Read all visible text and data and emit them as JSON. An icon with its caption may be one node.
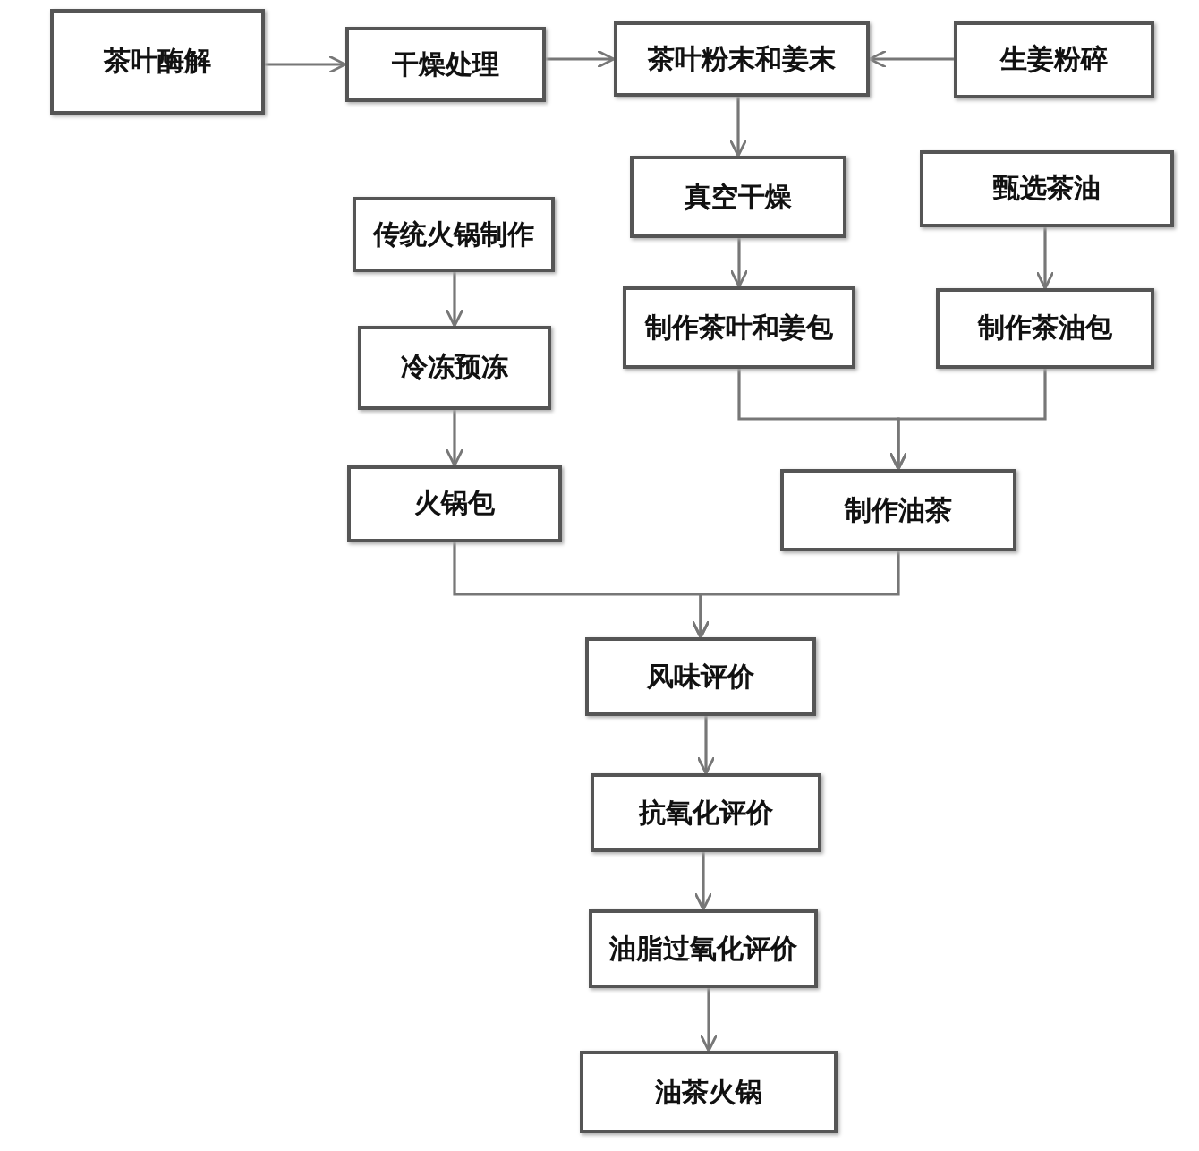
{
  "diagram": {
    "nodes": [
      {
        "text": [
          "茶叶酶解"
        ]
      },
      {
        "text": [
          "干燥处理"
        ]
      },
      {
        "text": [
          "茶叶粉末和姜末"
        ]
      },
      {
        "text": [
          "生姜粉碎"
        ]
      },
      {
        "text": [
          "真空干燥"
        ]
      },
      {
        "text": [
          "甄选茶油"
        ]
      },
      {
        "text": [
          "传统火锅制作"
        ]
      },
      {
        "text": [
          "制作茶叶和姜包"
        ]
      },
      {
        "text": [
          "制作茶油包"
        ]
      },
      {
        "text": [
          "冷冻预冻"
        ]
      },
      {
        "text": [
          "火锅包"
        ]
      },
      {
        "text": [
          "制作油茶"
        ]
      },
      {
        "text": [
          "风味评价"
        ]
      },
      {
        "text": [
          "抗氧化评价"
        ]
      },
      {
        "text": [
          "油脂过氧化评价"
        ]
      },
      {
        "text": [
          "油茶火锅"
        ]
      }
    ],
    "edges": [
      {
        "from": 0,
        "to": 1,
        "arrow": "to"
      },
      {
        "from": 1,
        "to": 2,
        "arrow": "to"
      },
      {
        "from": 3,
        "to": 2,
        "arrow": "to"
      },
      {
        "from": 2,
        "to": 4,
        "arrow": "to"
      },
      {
        "from": 4,
        "to": 7,
        "arrow": "to"
      },
      {
        "from": 5,
        "to": 8,
        "arrow": "to"
      },
      {
        "from": 6,
        "to": 9,
        "arrow": "to"
      },
      {
        "from": 9,
        "to": 10,
        "arrow": "to"
      },
      {
        "from": 7,
        "to": 11,
        "arrow": "to"
      },
      {
        "from": 8,
        "to": 11,
        "arrow": "to"
      },
      {
        "from": 10,
        "to": 12,
        "arrow": "to"
      },
      {
        "from": 11,
        "to": 12,
        "arrow": "to"
      },
      {
        "from": 12,
        "to": 13,
        "arrow": "to"
      },
      {
        "from": 13,
        "to": 14,
        "arrow": "to"
      },
      {
        "from": 14,
        "to": 15,
        "arrow": "to"
      }
    ]
  }
}
